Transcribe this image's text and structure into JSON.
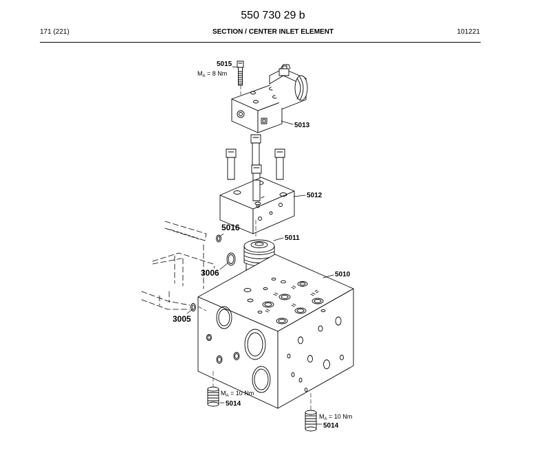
{
  "header": {
    "doc_number": "550 730 29 b",
    "page": "171 (221)",
    "section": "SECTION / CENTER INLET ELEMENT",
    "code": "101221"
  },
  "callouts": {
    "c5015": "5015",
    "c5013": "5013",
    "c5012": "5012",
    "c5016": "5016",
    "c5011": "5011",
    "c3006": "3006",
    "c5010": "5010",
    "c3005": "3005",
    "c5014a": "5014",
    "c5014b": "5014"
  },
  "torque_notes": {
    "t1": {
      "sym": "M",
      "sub": "A",
      "val": " = 8 Nm"
    },
    "t2": {
      "sym": "M",
      "sub": "A",
      "val": " = 10 Nm"
    },
    "t3": {
      "sym": "M",
      "sub": "A",
      "val": " = 10 Nm"
    }
  }
}
